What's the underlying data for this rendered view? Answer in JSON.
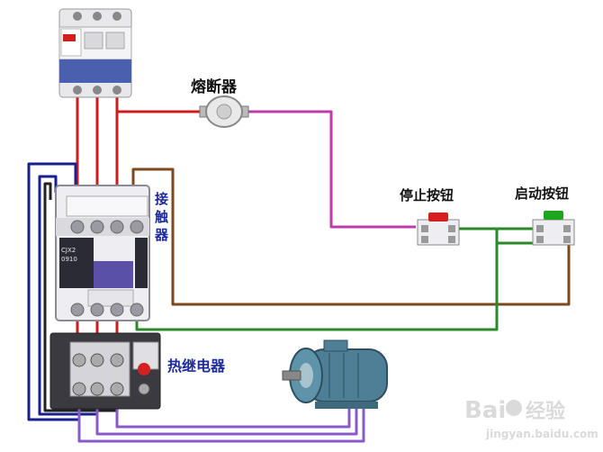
{
  "labels": {
    "fuse": "熔断器",
    "stop_button": "停止按钮",
    "start_button": "启动按钮",
    "contactor": "接\n触\n器",
    "thermal_relay": "热继电器"
  },
  "contactor_model": [
    "CJX2",
    "0910"
  ],
  "watermark": {
    "brand": "Bai",
    "brand2": "经验",
    "url": "jingyan.baidu.com"
  },
  "colors": {
    "red_wire": "#cc1c1c",
    "magenta_wire": "#c03ba8",
    "blue_wire": "#1a1f8f",
    "brown_wire": "#7a4a1e",
    "green_wire": "#2a8a2a",
    "purple_wire": "#8a5ac8",
    "stop_cap": "#d62020",
    "start_cap": "#1ea51e",
    "device_body": "#e8e8ec",
    "contactor_purple": "#5a50a8"
  }
}
